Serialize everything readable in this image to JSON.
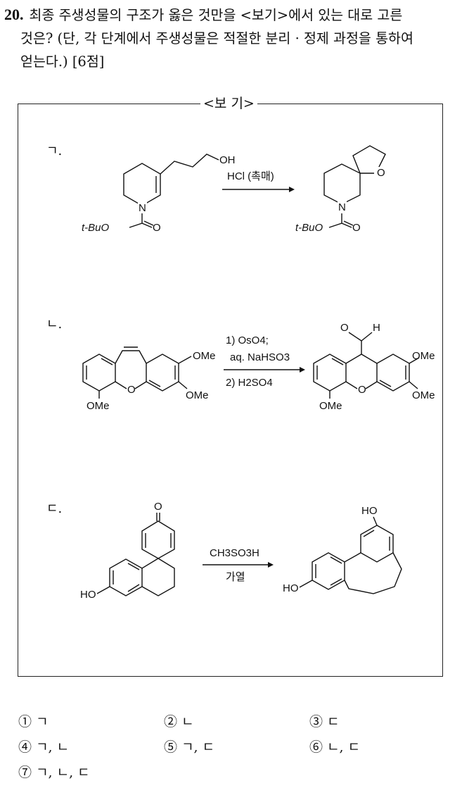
{
  "question": {
    "number": "20.",
    "line1": "최종 주생성물의 구조가 옳은 것만을 <보기>에서 있는 대로 고른",
    "line2": "것은? (단, 각 단계에서 주생성물은 적절한 분리 · 정제 과정을 통하여",
    "line3": "얻는다.) [6점]"
  },
  "box": {
    "title": "<보 기>",
    "items": [
      {
        "label": "ㄱ.",
        "reagent1": "HCl (촉매)",
        "sm_labels": [
          "OH",
          "N",
          "t-BuO",
          "O"
        ],
        "prod_labels": [
          "O",
          "N",
          "t-BuO",
          "O"
        ]
      },
      {
        "label": "ㄴ.",
        "reagent1": "1) OsO4;",
        "reagent2": "aq. NaHSO3",
        "reagent3": "2) H2SO4",
        "sm_labels": [
          "OMe",
          "OMe",
          "O",
          "OMe"
        ],
        "prod_labels": [
          "O",
          "H",
          "OMe",
          "OMe",
          "O",
          "OMe"
        ]
      },
      {
        "label": "ㄷ.",
        "reagent1": "CH3SO3H",
        "reagent2": "가열",
        "sm_labels": [
          "O",
          "HO"
        ],
        "prod_labels": [
          "HO",
          "HO"
        ]
      }
    ]
  },
  "choices": [
    {
      "num": "①",
      "text": "ㄱ"
    },
    {
      "num": "②",
      "text": "ㄴ"
    },
    {
      "num": "③",
      "text": "ㄷ"
    },
    {
      "num": "④",
      "text": "ㄱ, ㄴ"
    },
    {
      "num": "⑤",
      "text": "ㄱ, ㄷ"
    },
    {
      "num": "⑥",
      "text": "ㄴ, ㄷ"
    },
    {
      "num": "⑦",
      "text": "ㄱ, ㄴ, ㄷ"
    }
  ]
}
